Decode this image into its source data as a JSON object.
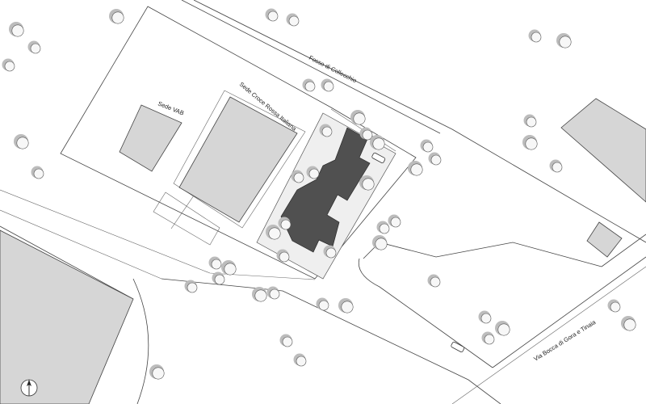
{
  "map": {
    "labels": {
      "fosso": "Fosso di Collecchio",
      "croce_rossa": "Sede Croce Rossa Italiana",
      "vab": "Sede VAB",
      "via": "Via Bocca di Gora e Tinaia"
    },
    "colors": {
      "background": "#ffffff",
      "building_fill": "#d6d6d6",
      "dark_roof": "#505050",
      "line": "#444444",
      "tree_shadow": "#bcbcbc"
    },
    "icons": [
      "north-arrow-icon",
      "tree-icon",
      "car-icon"
    ]
  }
}
